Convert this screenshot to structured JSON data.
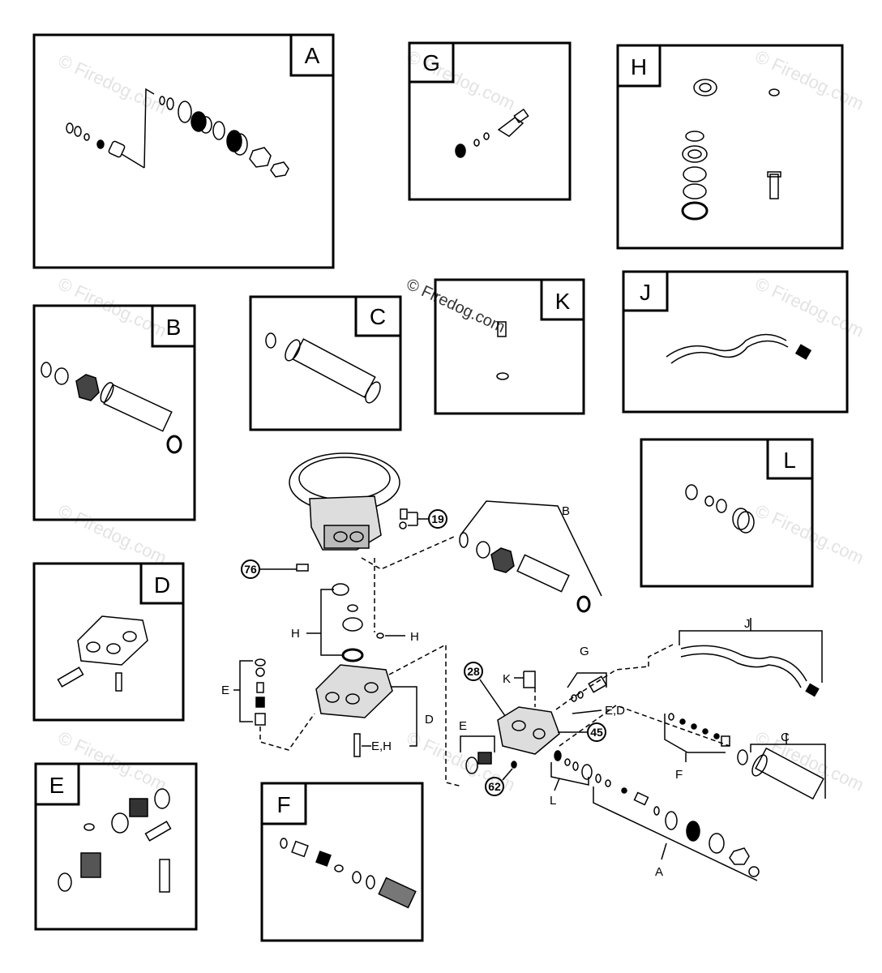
{
  "watermark": {
    "text": "© Firedog.com"
  },
  "panels": [
    {
      "id": "A",
      "label": "A"
    },
    {
      "id": "G",
      "label": "G"
    },
    {
      "id": "H",
      "label": "H"
    },
    {
      "id": "B",
      "label": "B"
    },
    {
      "id": "C",
      "label": "C"
    },
    {
      "id": "K",
      "label": "K"
    },
    {
      "id": "J",
      "label": "J"
    },
    {
      "id": "L",
      "label": "L"
    },
    {
      "id": "D",
      "label": "D"
    },
    {
      "id": "E",
      "label": "E"
    },
    {
      "id": "F",
      "label": "F"
    }
  ],
  "callouts": {
    "c19": "19",
    "c76": "76",
    "c28": "28",
    "c45": "45",
    "c62": "62"
  },
  "assembly_labels": {
    "B": "B",
    "H1": "H",
    "H2": "H",
    "E_left": "E",
    "D": "D",
    "EH": "E,H",
    "K": "K",
    "G": "G",
    "ED": "E,D",
    "J": "J",
    "C": "C",
    "F": "F",
    "E_mid": "E",
    "L": "L",
    "A": "A"
  }
}
